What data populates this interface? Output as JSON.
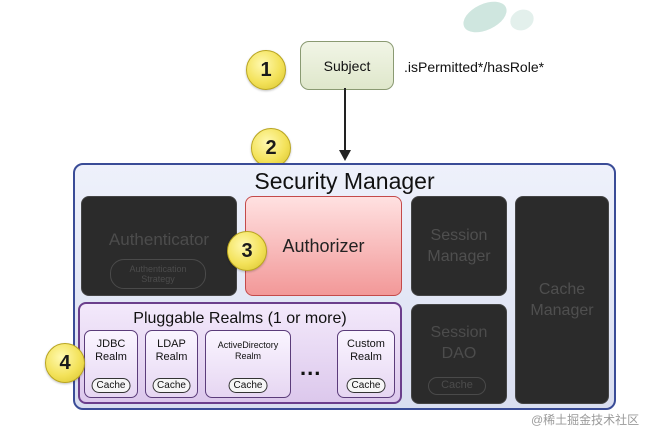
{
  "subject": {
    "label": "Subject",
    "call": ".isPermitted*/hasRole*"
  },
  "callouts": [
    "1",
    "2",
    "3",
    "4"
  ],
  "security_manager": {
    "title": "Security Manager"
  },
  "components": {
    "authenticator": "Authenticator",
    "authentication_strategy": "Authentication\nStrategy",
    "authorizer": "Authorizer",
    "session_manager": "Session\nManager",
    "session_dao": "Session\nDAO",
    "session_cache": "Cache",
    "cache_manager": "Cache\nManager"
  },
  "realms": {
    "title": "Pluggable Realms (1 or more)",
    "items": [
      {
        "label": "JDBC\nRealm",
        "cache": "Cache"
      },
      {
        "label": "LDAP\nRealm",
        "cache": "Cache"
      },
      {
        "label": "ActiveDirectory\nRealm",
        "cache": "Cache"
      },
      {
        "label": "Custom\nRealm",
        "cache": "Cache"
      }
    ],
    "ellipsis": "..."
  },
  "watermark": "@稀土掘金技术社区",
  "colors": {
    "security_manager_border": "#3a4c97",
    "authorizer_fill": "#f29898",
    "realms_border": "#6b3f8c",
    "dark_box": "#2b2b2b",
    "callout": "#f3e25a"
  }
}
